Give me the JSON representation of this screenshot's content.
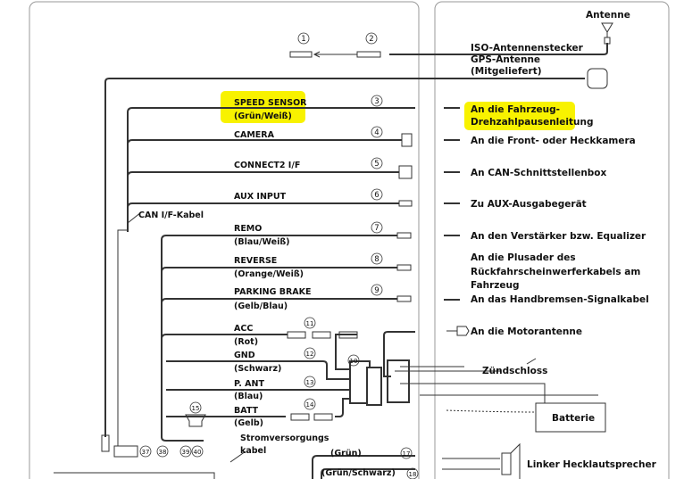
{
  "left": {
    "connectors": {
      "n1": "1",
      "n2": "2",
      "n3": "3",
      "n4": "4",
      "n5": "5",
      "n6": "6",
      "n7": "7",
      "n8": "8",
      "n9": "9",
      "n10": "10",
      "n11": "11",
      "n12": "12",
      "n13": "13",
      "n14": "14",
      "n15": "15",
      "n17": "17",
      "n18": "18",
      "n37": "37",
      "n38": "38",
      "n39": "39",
      "n40": "40"
    },
    "speed_sensor": "SPEED SENSOR",
    "speed_sensor_color": "(Grün/Weiß)",
    "camera": "CAMERA",
    "connect2": "CONNECT2 I/F",
    "aux_input": "AUX INPUT",
    "can_cable": "CAN I/F-Kabel",
    "remo": "REMO",
    "remo_color": "(Blau/Weiß)",
    "reverse": "REVERSE",
    "reverse_color": "(Orange/Weiß)",
    "parking_brake": "PARKING BRAKE",
    "parking_brake_color": "(Gelb/Blau)",
    "acc": "ACC",
    "acc_color": "(Rot)",
    "gnd": "GND",
    "gnd_color": "(Schwarz)",
    "pant": "P. ANT",
    "pant_color": "(Blau)",
    "batt": "BATT",
    "batt_color": "(Gelb)",
    "power_cable_1": "Stromversorgungs",
    "power_cable_2": "kabel",
    "green": "(Grün)",
    "green_black": "(Grün/Schwarz)"
  },
  "right": {
    "antenna": "Antenne",
    "iso_plug": "ISO-Antennenstecker",
    "gps": "GPS-Antenne",
    "supplied": "(Mitgeliefert)",
    "speed_1": "An die Fahrzeug-",
    "speed_2": "Drehzahlpausenleitung",
    "camera": "An die Front- oder Heckkamera",
    "can": "An CAN-Schnittstellenbox",
    "aux": "Zu AUX-Ausgabegerät",
    "amp": "An den Verstärker bzw. Equalizer",
    "reverse_1": "An die Plusader des",
    "reverse_2": "Rückfahrscheinwerferkabels am",
    "reverse_3": "Fahrzeug",
    "brake": "An das Handbremsen-Signalkabel",
    "motor_antenna": "An die Motorantenne",
    "ignition": "Zündschloss",
    "battery": "Batterie",
    "left_rear_speaker": "Linker Hecklautsprecher"
  },
  "highlight_color": "#f8f200"
}
